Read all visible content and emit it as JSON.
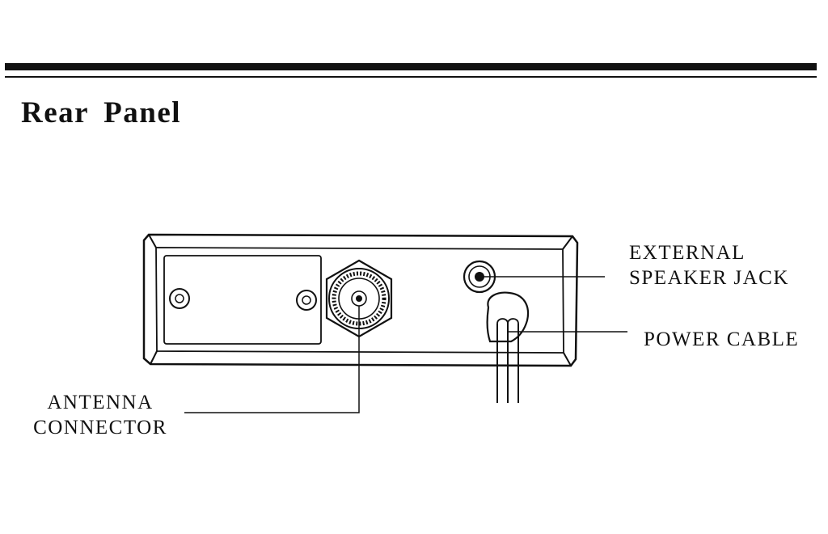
{
  "title": "Rear Panel",
  "callouts": {
    "external_speaker_jack": [
      "EXTERNAL",
      "SPEAKER JACK"
    ],
    "power_cable": [
      "POWER CABLE"
    ],
    "antenna_connector": [
      "ANTENNA",
      "CONNECTOR"
    ]
  }
}
